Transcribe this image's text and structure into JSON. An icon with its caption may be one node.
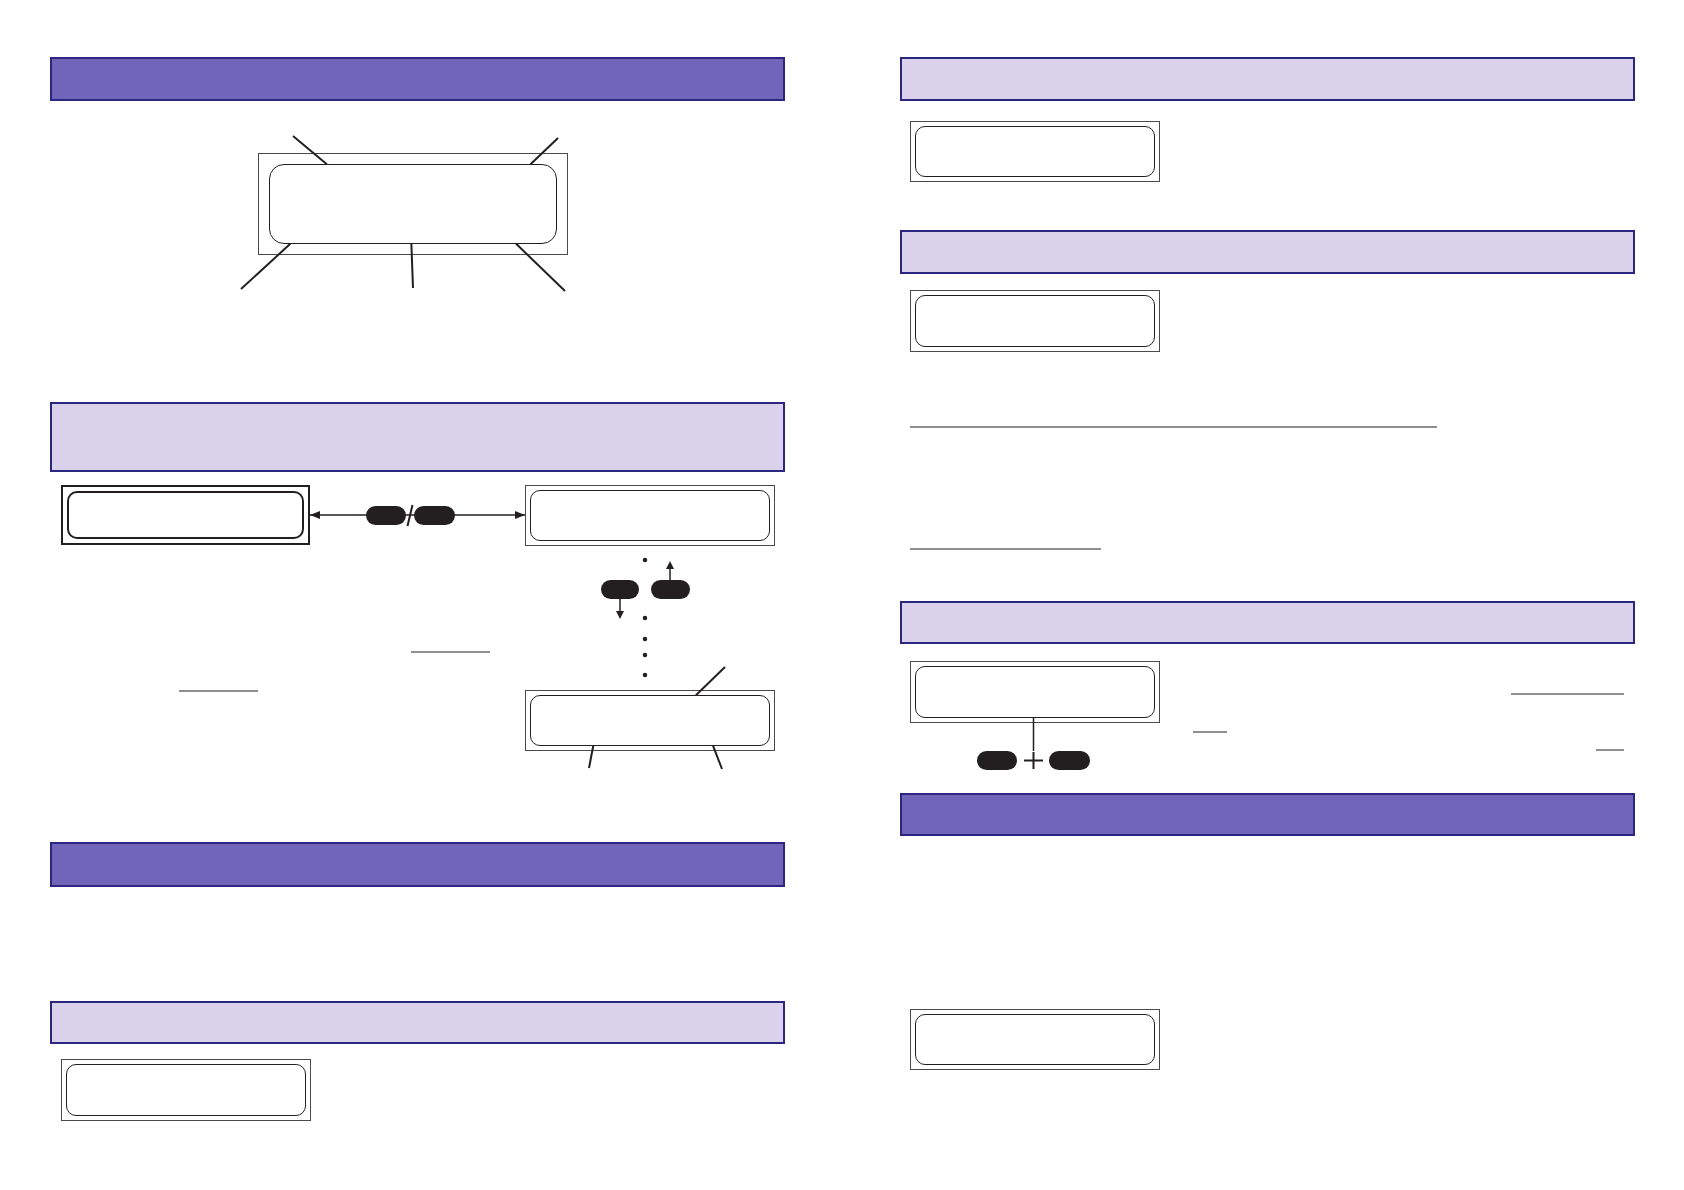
{
  "diagram": {
    "nodes": [
      {
        "text": [],
        "shape": "bar"
      },
      {
        "text": [],
        "shape": "box"
      },
      {
        "text": [],
        "shape": "bar"
      },
      {
        "text": [],
        "shape": "box"
      },
      {
        "text": [],
        "shape": "box"
      },
      {
        "text": [],
        "shape": "box"
      },
      {
        "text": [],
        "shape": "bar"
      },
      {
        "text": [],
        "shape": "bar"
      },
      {
        "text": [],
        "shape": "box"
      },
      {
        "text": [],
        "shape": "bar"
      },
      {
        "text": [],
        "shape": "box"
      },
      {
        "text": [],
        "shape": "bar"
      },
      {
        "text": [],
        "shape": "box"
      },
      {
        "text": [],
        "shape": "bar"
      },
      {
        "text": [],
        "shape": "box"
      },
      {
        "text": [],
        "shape": "picture"
      },
      {
        "text": [],
        "shape": "bar"
      },
      {
        "text": [],
        "shape": "box"
      }
    ],
    "edges": [
      {
        "from": null,
        "to": 1,
        "arrow": "none"
      },
      {
        "from": null,
        "to": 1,
        "arrow": "none"
      },
      {
        "from": null,
        "to": 1,
        "arrow": "none"
      },
      {
        "from": null,
        "to": 1,
        "arrow": "none"
      },
      {
        "from": null,
        "to": 1,
        "arrow": "none"
      },
      {
        "from": 3,
        "to": 4,
        "arrow": "both"
      },
      {
        "from": 4,
        "to": 5,
        "arrow": "none",
        "style": "dashed"
      },
      {
        "from": null,
        "to": 5,
        "arrow": "none"
      },
      {
        "from": null,
        "to": 5,
        "arrow": "none"
      },
      {
        "from": null,
        "to": 5,
        "arrow": "none"
      },
      {
        "from": 15,
        "to": 14,
        "arrow": "none"
      }
    ]
  }
}
